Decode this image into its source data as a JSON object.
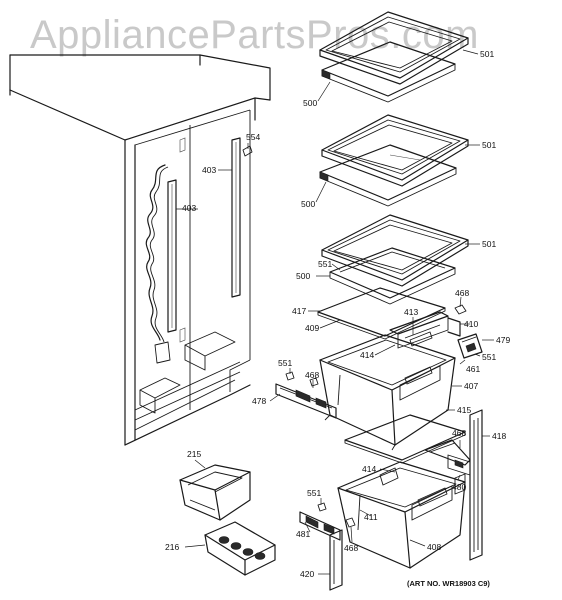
{
  "watermark": "AppliancePartsPros.com",
  "art_number": "(ART NO. WR18903 C9)",
  "callouts": {
    "c501a": "501",
    "c500a": "500",
    "c501b": "501",
    "c500b": "500",
    "c501c": "501",
    "c500c": "500",
    "c554": "554",
    "c403a": "403",
    "c403b": "403",
    "c551a": "551",
    "c417": "417",
    "c409": "409",
    "c413": "413",
    "c468a": "468",
    "c410": "410",
    "c479": "479",
    "c414a": "414",
    "c551b": "551",
    "c461": "461",
    "c551c": "551",
    "c468b": "468",
    "c407": "407",
    "c478": "478",
    "c415": "415",
    "c418": "418",
    "c468c": "468",
    "c215": "215",
    "c414b": "414",
    "c480": "480",
    "c551d": "551",
    "c411": "411",
    "c481": "481",
    "c216": "216",
    "c468d": "468",
    "c408": "408",
    "c420": "420"
  }
}
